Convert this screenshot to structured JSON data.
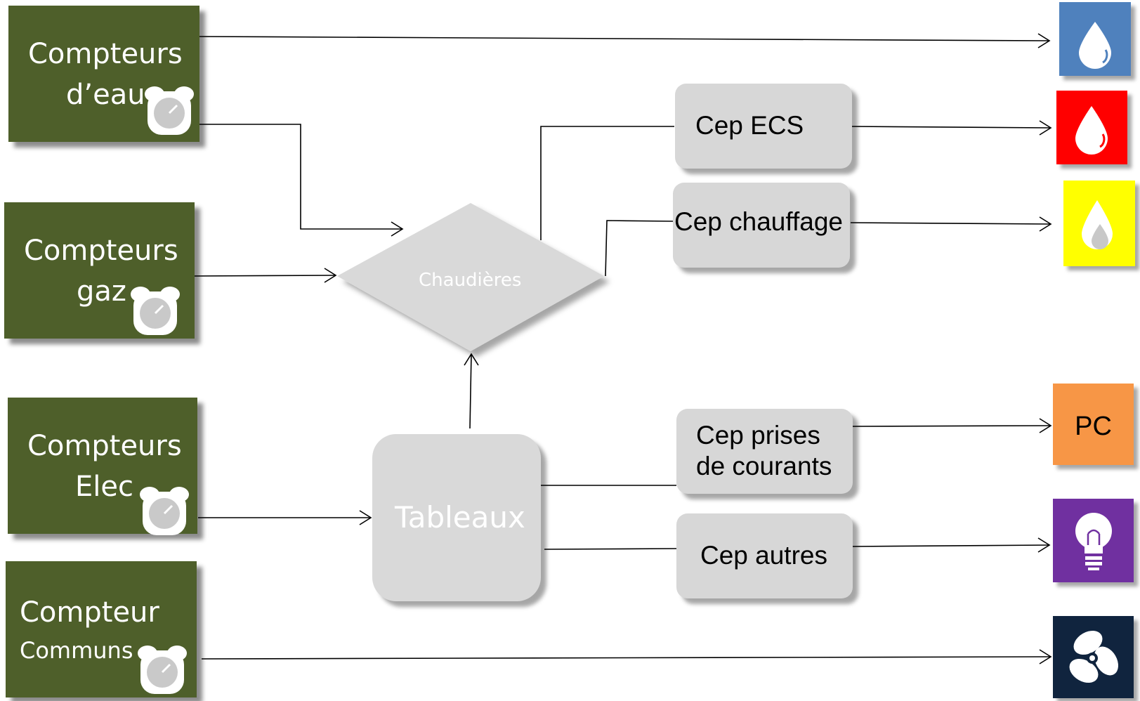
{
  "meters": [
    {
      "line1": "Compteurs",
      "line2": "d’eau"
    },
    {
      "line1": "Compteurs",
      "line2": "gaz"
    },
    {
      "line1": "Compteurs",
      "line2": "Elec"
    },
    {
      "line1": "Compteur",
      "line2": "Communs"
    }
  ],
  "chaudieres": {
    "label": "Chaudières"
  },
  "tableaux": {
    "label": "Tableaux"
  },
  "ceps": [
    {
      "line1": "Cep ECS",
      "line2": ""
    },
    {
      "line1": "Cep chauffage",
      "line2": ""
    },
    {
      "line1": "Cep prises",
      "line2": "de courants"
    },
    {
      "line1": "Cep autres",
      "line2": ""
    }
  ],
  "outputs": [
    {
      "icon": "water-drop-icon",
      "color": "#4f81bd"
    },
    {
      "icon": "hot-water-drop-icon",
      "color": "#ff0000"
    },
    {
      "icon": "heating-drop-icon",
      "color": "#ffff00"
    },
    {
      "icon": "pc-label",
      "color": "#f79646",
      "label": "PC"
    },
    {
      "icon": "light-bulb-icon",
      "color": "#7030a0"
    },
    {
      "icon": "fan-icon",
      "color": "#10243e"
    }
  ],
  "colors": {
    "meter_bg": "#4e5f2a",
    "box_bg": "#d7d7d7",
    "arrow": "#000000"
  }
}
